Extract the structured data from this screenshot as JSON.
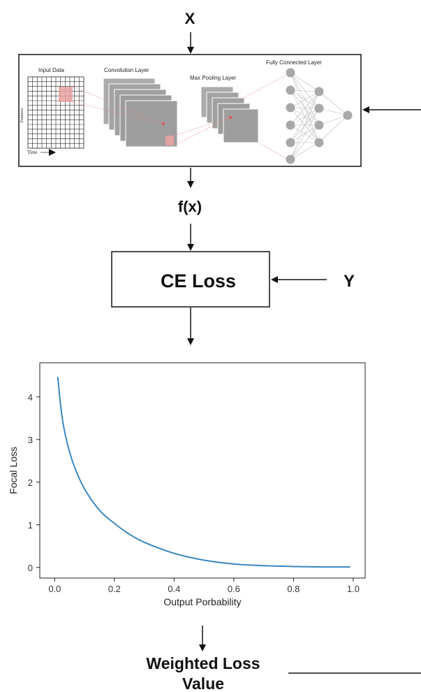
{
  "input_label": "X",
  "cnn": {
    "input_data_label": "Input Data",
    "conv_layer_label": "Convolution Layer",
    "maxpool_label": "Max Pooling Layer",
    "fc_label": "Fully Connected Layer",
    "features_label": "Features",
    "time_label": "Time"
  },
  "fx_label": "f(x)",
  "loss_box_label": "CE  Loss",
  "target_label": "Y",
  "output_label_line1": "Weighted Loss",
  "output_label_line2": "Value",
  "colors": {
    "curve": "#3a87c0",
    "highlight": "#e8a3a3",
    "dot": "#e05050"
  },
  "chart_data": {
    "type": "line",
    "xlabel": "Output Porbability",
    "ylabel": "Focal Loss",
    "xlim": [
      -0.05,
      1.04
    ],
    "ylim": [
      -0.25,
      4.8
    ],
    "xticks": [
      "0.0",
      "0.2",
      "0.4",
      "0.6",
      "0.8",
      "1.0"
    ],
    "yticks": [
      "0",
      "1",
      "2",
      "3",
      "4"
    ],
    "grid": false,
    "x": [
      0.01,
      0.02,
      0.03,
      0.05,
      0.07,
      0.1,
      0.15,
      0.2,
      0.25,
      0.3,
      0.4,
      0.5,
      0.6,
      0.7,
      0.8,
      0.9,
      0.99
    ],
    "y": [
      4.47,
      3.79,
      3.3,
      2.7,
      2.29,
      1.84,
      1.34,
      1.03,
      0.78,
      0.59,
      0.33,
      0.17,
      0.08,
      0.04,
      0.02,
      0.01,
      0.01
    ]
  }
}
